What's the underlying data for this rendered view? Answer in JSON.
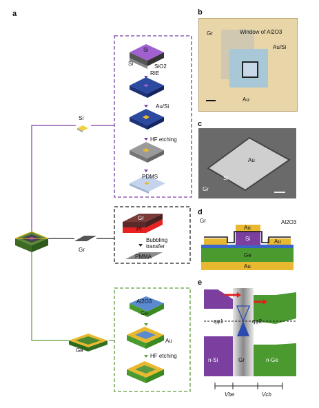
{
  "panels": {
    "a": "a",
    "b": "b",
    "c": "c",
    "d": "d",
    "e": "e"
  },
  "flow": {
    "si_label": "Si",
    "gr_label": "Gr",
    "ge_label": "Ge",
    "si_steps": {
      "top_si": "Si",
      "bottom_si": "Si",
      "sio2": "SiO2",
      "rie": "RIE",
      "au_si": "Au/Si",
      "hf": "HF etching",
      "pdms": "PDMS"
    },
    "gr_steps": {
      "gr": "Gr",
      "pt": "Pt",
      "bubbling": "Bubbling",
      "transfer": "transfer",
      "pmma": "PMMA"
    },
    "ge_steps": {
      "al2o3": "Al2O3",
      "ge": "Ge",
      "au": "Au",
      "hf": "HF etching"
    }
  },
  "panel_b": {
    "gr": "Gr",
    "window": "Window of Al2O3",
    "au_si": "Au/Si",
    "au": "Au"
  },
  "panel_c": {
    "au": "Au",
    "si": "Si",
    "gr": "Gr"
  },
  "panel_d": {
    "gr": "Gr",
    "al2o3": "Al2O3",
    "au_top": "Au",
    "si": "Si",
    "au_right": "Au",
    "ge": "Ge",
    "au_bottom": "Au"
  },
  "panel_e": {
    "e": "e",
    "phi1": "qφ1",
    "phi2": "qφ2",
    "nsi": "n-Si",
    "gr": "Gr",
    "nge": "n-Ge",
    "vbe": "Vbe",
    "vcb": "Vcb"
  },
  "colors": {
    "purple": "#7b3fa0",
    "green": "#5f9a3a",
    "black": "#222",
    "gold": "#e8b830",
    "blue": "#3a66c9",
    "red": "#e02020"
  }
}
